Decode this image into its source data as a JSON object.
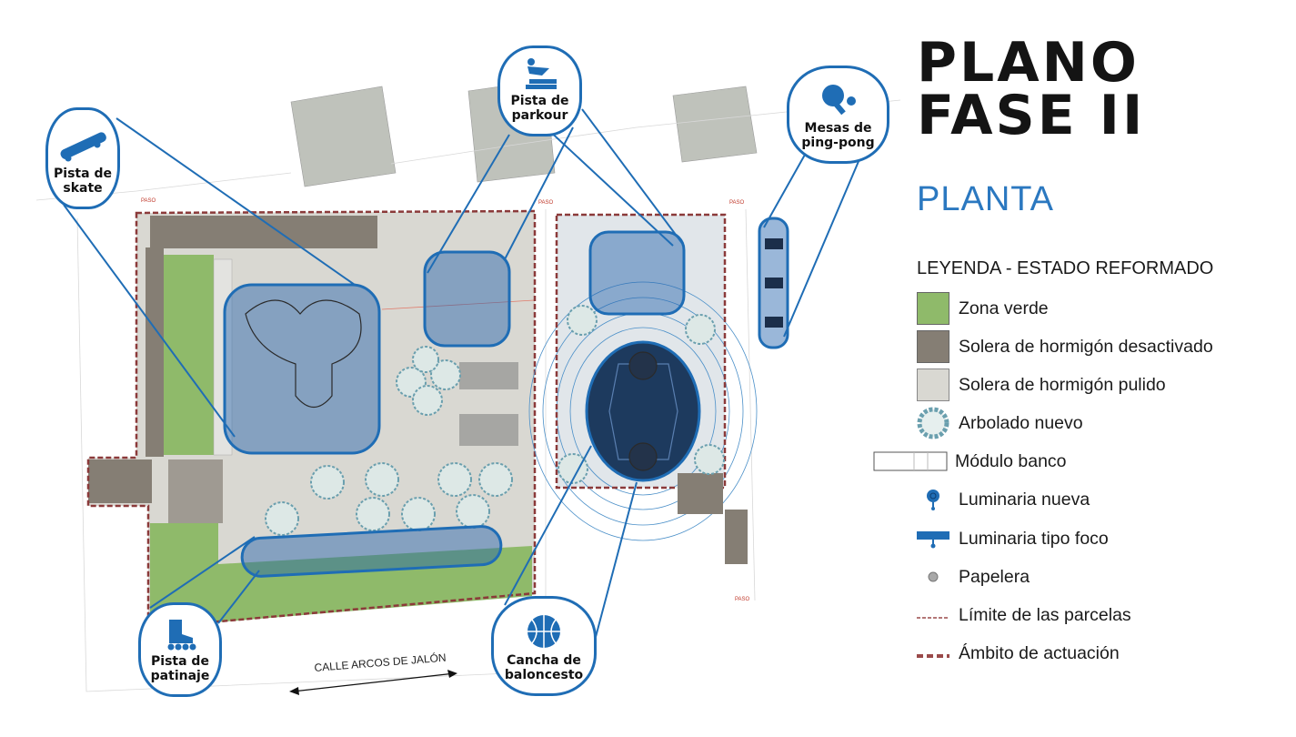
{
  "header": {
    "title": "PLANO\nFASE II",
    "subtitle": "PLANTA"
  },
  "legend": {
    "title": "LEYENDA - ESTADO REFORMADO",
    "items": [
      {
        "label": "Zona verde",
        "icon": "green-swatch",
        "color": "#8fba6a"
      },
      {
        "label": "Solera de hormigón desactivado",
        "icon": "dark-gray-swatch",
        "color": "#857e74"
      },
      {
        "label": "Solera de hormigón pulido",
        "icon": "light-gray-swatch",
        "color": "#d9d8d2"
      },
      {
        "label": "Arbolado nuevo",
        "icon": "tree-icon",
        "color": "#6a9fae"
      },
      {
        "label": "Módulo banco",
        "icon": "bench-icon"
      },
      {
        "label": "Luminaria nueva",
        "icon": "lamp-icon",
        "color": "#1f6db5"
      },
      {
        "label": "Luminaria tipo foco",
        "icon": "spotlight-icon",
        "color": "#1f6db5"
      },
      {
        "label": "Papelera",
        "icon": "bin-icon",
        "color": "#9a9a9a"
      },
      {
        "label": "Límite de las parcelas",
        "icon": "thin-dashed-line",
        "color": "#9a4a4a"
      },
      {
        "label": "Ámbito de actuación",
        "icon": "thick-dashed-line",
        "color": "#9a4a4a"
      }
    ]
  },
  "callouts": {
    "skate": "Pista de\nskate",
    "parkour": "Pista de\nparkour",
    "pingpong": "Mesas de\nping-pong",
    "patinaje": "Pista de\npatinaje",
    "baloncesto": "Cancha de\nbaloncesto"
  },
  "map": {
    "street": "CALLE ARCOS DE JALÓN",
    "paso": "PASO"
  },
  "colors": {
    "accent": "#1f6db5",
    "highlight": "#3f78b4"
  }
}
